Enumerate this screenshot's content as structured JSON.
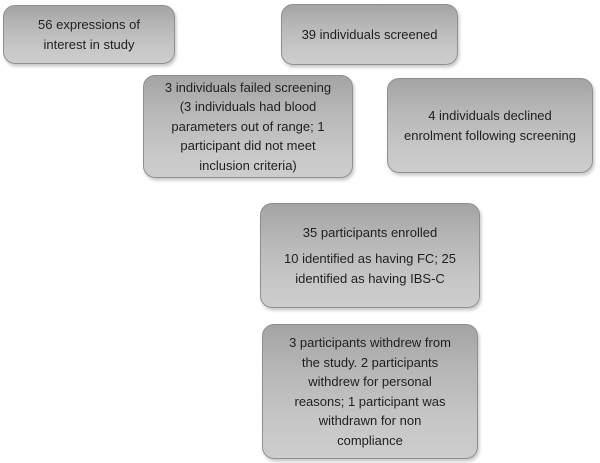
{
  "diagram": {
    "type": "study-enrolment-flowchart",
    "colors": {
      "box_gradient_top": "#a4a4a4",
      "box_gradient_bottom": "#cdcdcd",
      "box_border": "#8f8f8f",
      "text": "#1f1f1f",
      "background": "#ffffff"
    },
    "boxes": [
      {
        "id": "expressions-of-interest",
        "text": "56 expressions of\ninterest in study"
      },
      {
        "id": "individuals-screened",
        "text": "39 individuals screened"
      },
      {
        "id": "failed-screening",
        "text": "3 individuals failed screening\n(3 individuals had blood\nparameters out of range; 1\nparticipant did not meet\ninclusion criteria)"
      },
      {
        "id": "declined-enrolment",
        "text": "4 individuals declined\nenrolment following screening"
      },
      {
        "id": "participants-enrolled",
        "text": "35 participants enrolled",
        "text2": "10 identified as having FC; 25\nidentified as having IBS-C"
      },
      {
        "id": "participants-withdrew",
        "text": "3 participants withdrew from\nthe study. 2 participants\nwithdrew for personal\nreasons; 1 participant was\nwithdrawn for non\ncompliance"
      }
    ]
  }
}
